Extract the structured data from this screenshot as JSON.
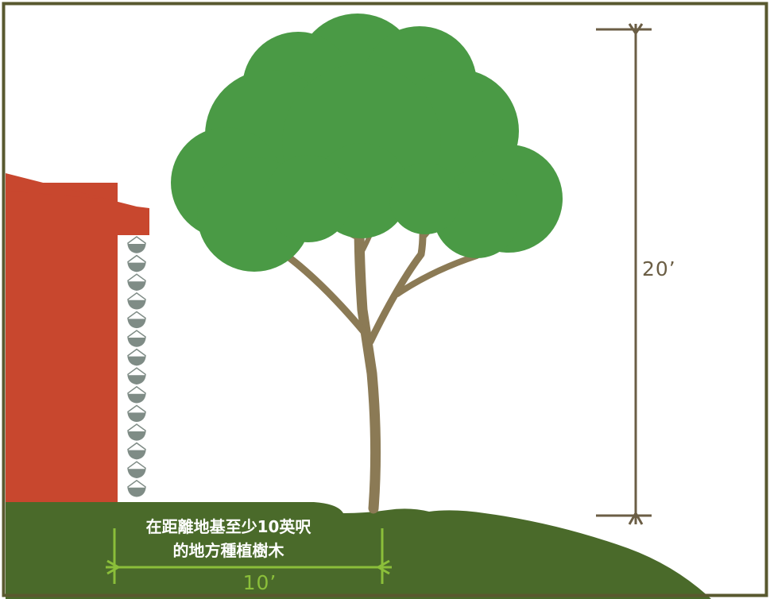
{
  "diagram": {
    "height_label": "20’",
    "distance_label": "10’",
    "caption_line1": "在距離地基至少10英呎",
    "caption_line2": "的地方種植樹木",
    "colors": {
      "frame": "#59592f",
      "house": "#c8472e",
      "rain_chain": "#7f8c86",
      "ground": "#4a6a2a",
      "canopy": "#4a9a45",
      "trunk": "#8b7a55",
      "height_dimension": "#6b5e45",
      "distance_dimension": "#8bbf3a"
    }
  }
}
